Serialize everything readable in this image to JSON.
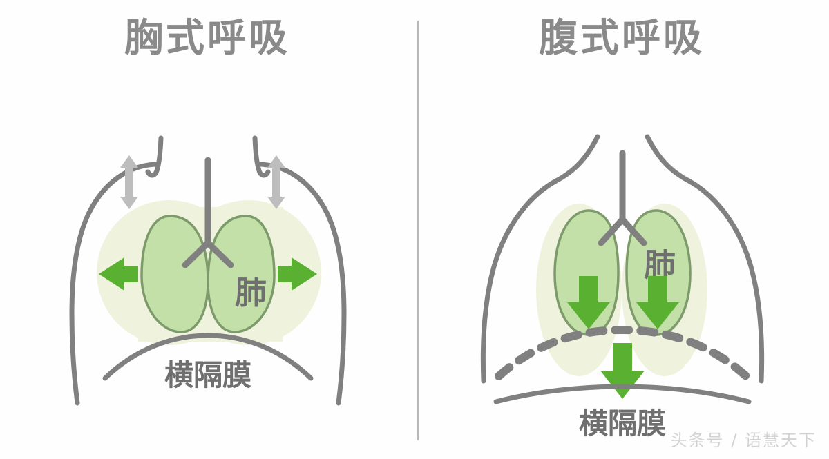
{
  "page": {
    "background_color": "#fefefe",
    "divider_color": "#b9b9b9"
  },
  "colors": {
    "outline_gray": "#808080",
    "title_gray": "#8a8a8a",
    "lung_fill": "#c3e0a8",
    "lung_stroke": "#7d9a6b",
    "halo_fill": "#eff3dd",
    "arrow_green": "#5ab031",
    "arrow_gray": "#bdbdbd",
    "label_gray": "#6f6f6f",
    "watermark_gray": "#d2d2d2"
  },
  "panels": [
    {
      "id": "chest-breathing",
      "title": "胸式呼吸",
      "lung_label": "肺",
      "diaphragm_label": "横隔膜",
      "diaphragm_style": "solid-curved-up",
      "arrows": [
        {
          "name": "lung-expand-left-arrow",
          "direction": "left",
          "color": "#5ab031"
        },
        {
          "name": "lung-expand-right-arrow",
          "direction": "right",
          "color": "#5ab031"
        },
        {
          "name": "ribcage-lift-left-arrow",
          "direction": "up-down",
          "color": "#bdbdbd"
        },
        {
          "name": "ribcage-lift-right-arrow",
          "direction": "up-down",
          "color": "#bdbdbd"
        }
      ]
    },
    {
      "id": "abdominal-breathing",
      "title": "腹式呼吸",
      "lung_label": "肺",
      "diaphragm_label": "横隔膜",
      "diaphragm_style": "dashed-arc-plus-flat-solid",
      "arrows": [
        {
          "name": "lung-descend-left-arrow",
          "direction": "down",
          "color": "#5ab031"
        },
        {
          "name": "lung-descend-right-arrow",
          "direction": "down",
          "color": "#5ab031"
        },
        {
          "name": "diaphragm-descend-arrow",
          "direction": "down",
          "color": "#5ab031"
        }
      ]
    }
  ],
  "watermark": {
    "text": "头条号 / 语慧天下"
  }
}
